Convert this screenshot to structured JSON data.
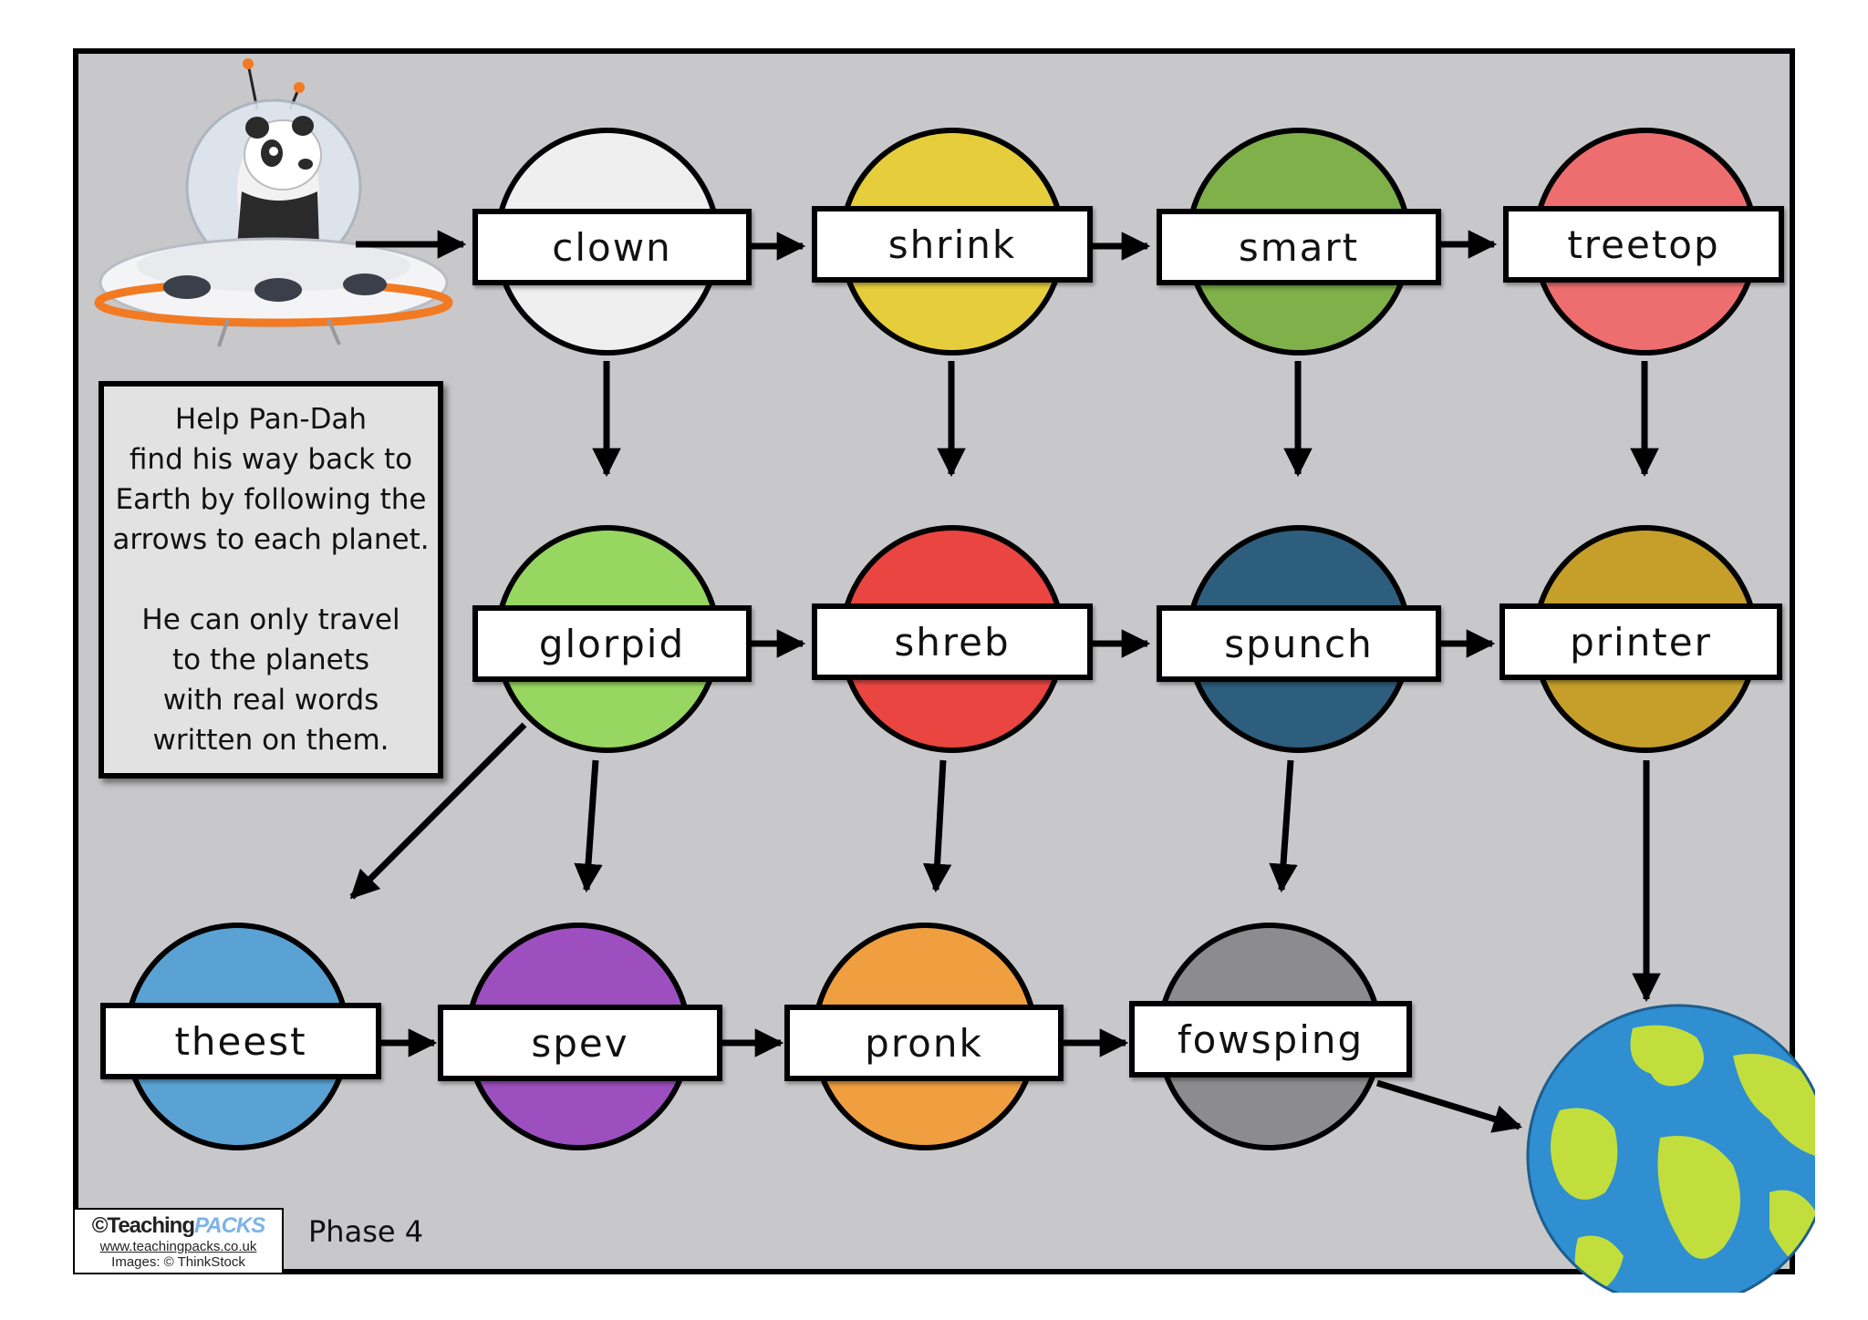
{
  "instructions": {
    "lines_a": [
      "Help Pan-Dah",
      "find his way back to",
      "Earth by following the",
      "arrows to each planet."
    ],
    "lines_b": [
      "He can only travel",
      "to the planets",
      "with real words",
      "written on them."
    ]
  },
  "planets": [
    {
      "word": "clown",
      "color": "#efefef"
    },
    {
      "word": "shrink",
      "color": "#e5cd3c"
    },
    {
      "word": "smart",
      "color": "#7fb04a"
    },
    {
      "word": "treetop",
      "color": "#ee6e70"
    },
    {
      "word": "glorpid",
      "color": "#97d660"
    },
    {
      "word": "shreb",
      "color": "#ea4541"
    },
    {
      "word": "spunch",
      "color": "#2d5e7e"
    },
    {
      "word": "printer",
      "color": "#c59f2a"
    },
    {
      "word": "theest",
      "color": "#5aa2d4"
    },
    {
      "word": "spev",
      "color": "#9d4fc0"
    },
    {
      "word": "pronk",
      "color": "#ef9f40"
    },
    {
      "word": "fowsping",
      "color": "#8c8c8e"
    }
  ],
  "footer": {
    "logo_main": "©Teaching",
    "logo_packs": "PACKS",
    "logo_url": "www.teachingpacks.co.uk",
    "logo_credit": "Images: © ThinkStock",
    "phase": "Phase 4"
  },
  "icons": {
    "ufo": "ufo-with-panda-icon",
    "earth": "earth-globe-icon"
  },
  "colors": {
    "board": "#c8c8ca",
    "earth_ocean": "#2f8fd0",
    "earth_land": "#c2de3c",
    "ufo_ring": "#f27a22"
  }
}
